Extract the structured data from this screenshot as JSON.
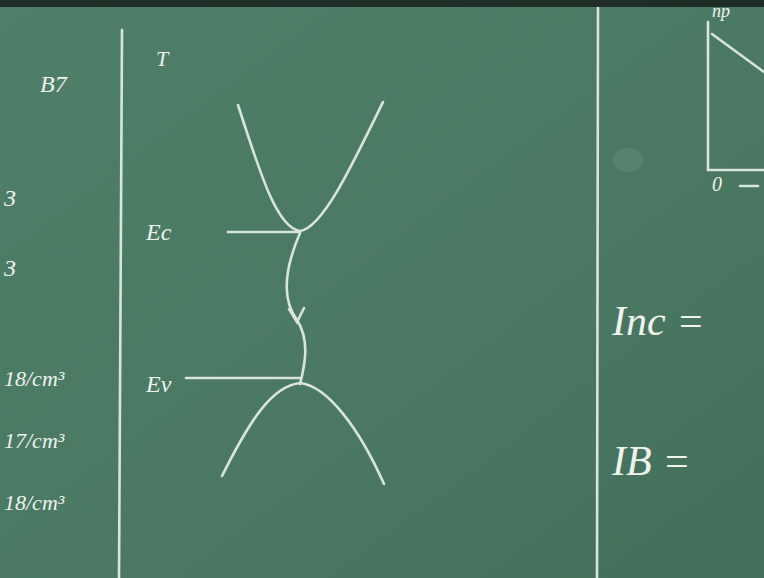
{
  "diagram": {
    "labels": [
      "B7",
      "T",
      "3",
      "3",
      "18/cm³",
      "17/cm³",
      "18/cm³",
      "Ec",
      "Ev",
      "Inc =",
      "IB =",
      "np",
      "0"
    ]
  }
}
